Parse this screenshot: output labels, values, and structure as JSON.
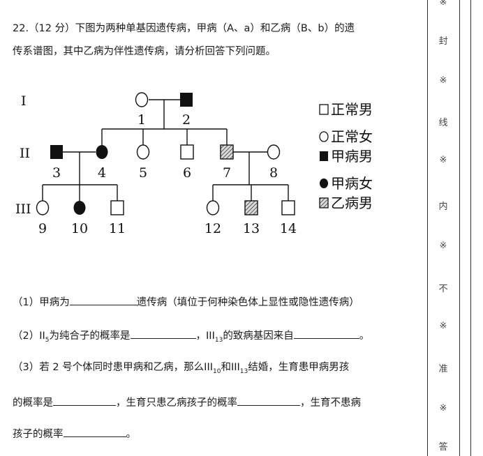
{
  "question": {
    "line1": "22.（12 分）下图为两种单基因遗传病，甲病（A、a）和乙病（B、b）的遗",
    "line2": "传系谱图，其中乙病为伴性遗传病，请分析回答下列问题。"
  },
  "pedigree": {
    "generations": [
      "I",
      "II",
      "III"
    ],
    "individuals": [
      "1",
      "2",
      "3",
      "4",
      "5",
      "6",
      "7",
      "8",
      "9",
      "10",
      "11",
      "12",
      "13",
      "14"
    ],
    "legend": [
      "正常男",
      "正常女",
      "甲病男",
      "甲病女",
      "乙病男"
    ]
  },
  "sub_questions": {
    "q1_prefix": "（1）甲病为",
    "q1_suffix": "遗传病（填位于何种染色体上显性或隐性遗传病）",
    "q2_prefix": "（2）II",
    "q2_sub5": "5",
    "q2_mid": "为纯合子的概率是",
    "q2_sep": "，III",
    "q2_sub13": "13",
    "q2_suffix": "的致病基因来自",
    "q2_end": "。",
    "q3_prefix": "（3）若 2 号个体同时患甲病和乙病，那么III",
    "q3_sub10": "10",
    "q3_and": "和III",
    "q3_sub13": "13",
    "q3_suffix": "结婚，生育患甲病男孩",
    "q3_line2_a": "的概率是",
    "q3_line2_b": "，生育只患乙病孩子的概率",
    "q3_line2_c": "，生育不患病",
    "q3_line3_a": "孩子的概率",
    "q3_line3_end": "。"
  },
  "side_marks": [
    "※",
    "封",
    "※",
    "线",
    "※",
    "内",
    "※",
    "不",
    "※",
    "准",
    "※",
    "答"
  ]
}
